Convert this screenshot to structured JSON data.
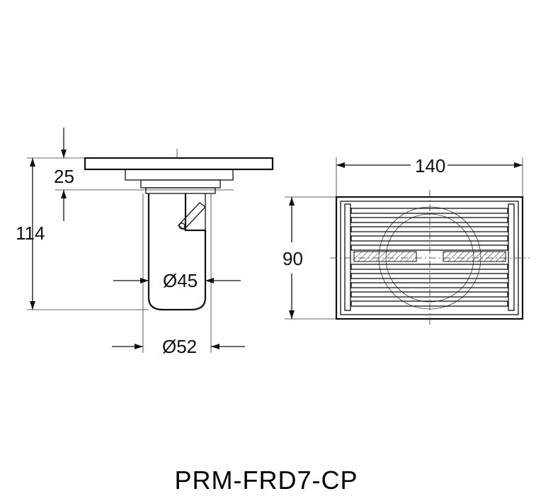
{
  "side_view": {
    "height_dim": "114",
    "top_dim": "25",
    "inner_diameter_dim": "Ø45",
    "outer_diameter_dim": "Ø52"
  },
  "top_view": {
    "width_dim": "140",
    "height_dim": "90"
  },
  "model_code": "PRM-FRD7-CP"
}
